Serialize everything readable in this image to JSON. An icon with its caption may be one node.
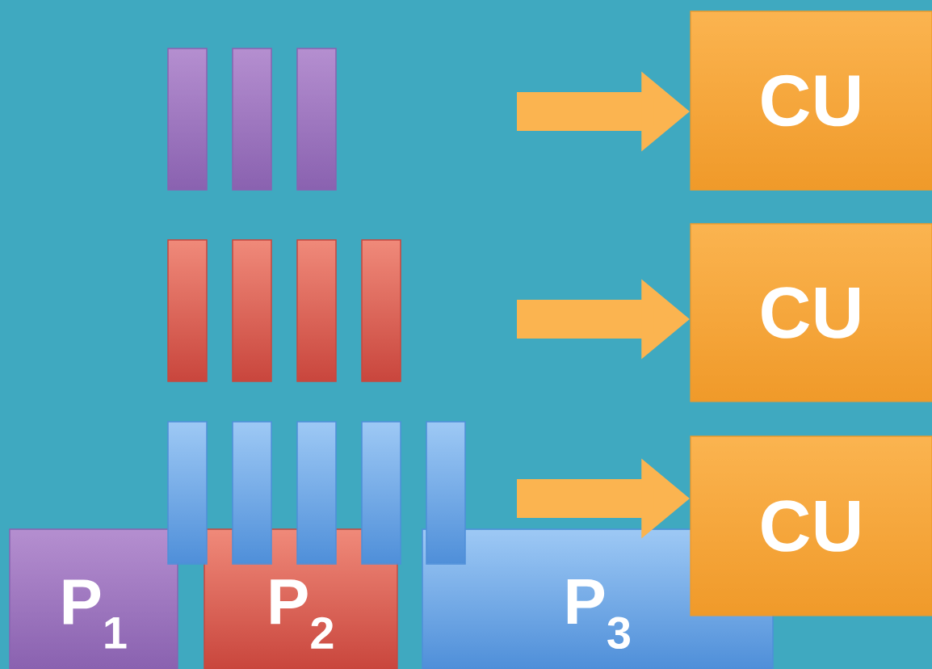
{
  "diagram": {
    "nodes": [
      {
        "text": [],
        "shape": "bar"
      },
      {
        "text": [],
        "shape": "bar"
      },
      {
        "text": [],
        "shape": "bar"
      },
      {
        "text": [
          "CU"
        ]
      },
      {
        "text": [],
        "shape": "bar"
      },
      {
        "text": [],
        "shape": "bar"
      },
      {
        "text": [],
        "shape": "bar"
      },
      {
        "text": [],
        "shape": "bar"
      },
      {
        "text": [
          "CU"
        ]
      },
      {
        "text": [],
        "shape": "bar"
      },
      {
        "text": [],
        "shape": "bar"
      },
      {
        "text": [],
        "shape": "bar"
      },
      {
        "text": [],
        "shape": "bar"
      },
      {
        "text": [],
        "shape": "bar"
      },
      {
        "text": [
          "CU"
        ]
      },
      {
        "text": [
          "P$_{1}$"
        ]
      },
      {
        "text": [
          "P$_{2}$"
        ]
      },
      {
        "text": [
          "P$_{3}$"
        ]
      }
    ],
    "edges": [
      {
        "from": null,
        "to": 3,
        "arrow": "to"
      },
      {
        "from": null,
        "to": 8,
        "arrow": "to"
      },
      {
        "from": null,
        "to": 14,
        "arrow": "to"
      }
    ]
  }
}
